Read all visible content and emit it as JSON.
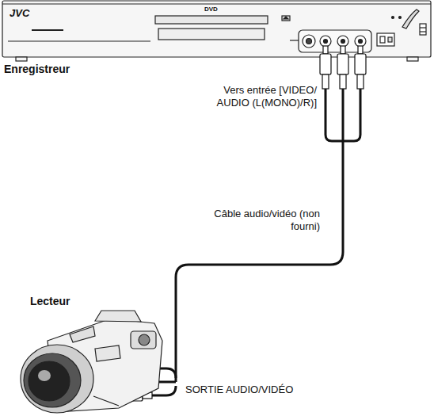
{
  "diagram": {
    "labels": [
      "JVC",
      "DVD",
      "Enregistreur",
      "Vers entrée [VIDEO/ AUDIO (L(MONO)/R)]",
      "Câble audio/vidéo (non fourni)",
      "Lecteur",
      "SORTIE AUDIO/VIDÉO"
    ]
  }
}
